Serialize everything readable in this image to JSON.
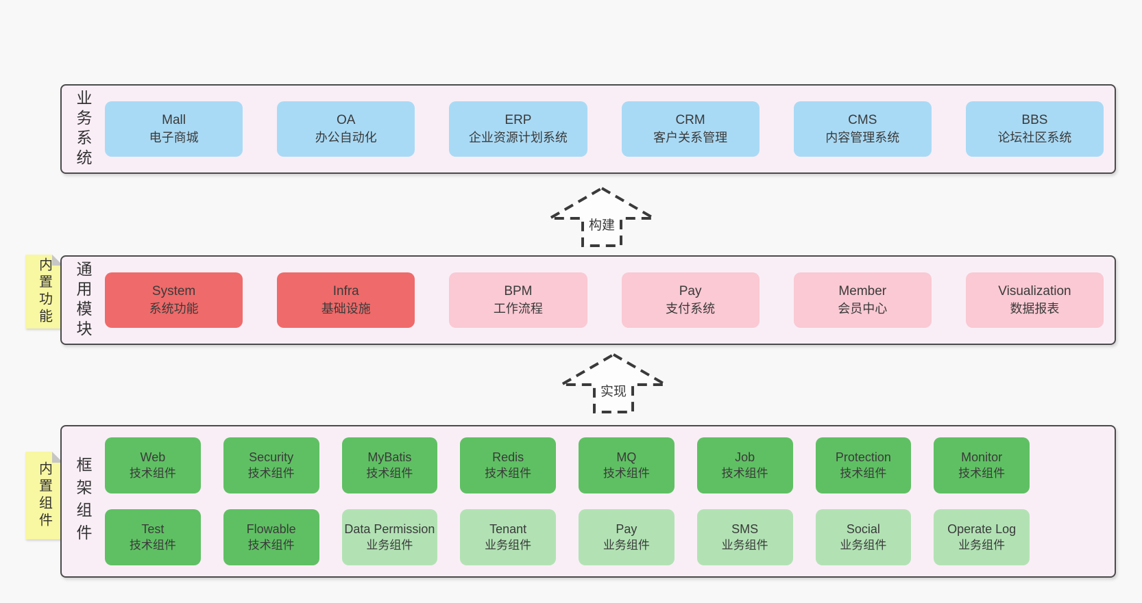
{
  "bands": [
    {
      "label": "业务系统",
      "boxes": [
        {
          "name": "Mall",
          "desc": "电子商城"
        },
        {
          "name": "OA",
          "desc": "办公自动化"
        },
        {
          "name": "ERP",
          "desc": "企业资源计划系统"
        },
        {
          "name": "CRM",
          "desc": "客户关系管理"
        },
        {
          "name": "CMS",
          "desc": "内容管理系统"
        },
        {
          "name": "BBS",
          "desc": "论坛社区系统"
        }
      ]
    },
    {
      "label": "通用模块",
      "note": "内置功能",
      "boxes": [
        {
          "name": "System",
          "desc": "系统功能"
        },
        {
          "name": "Infra",
          "desc": "基础设施"
        },
        {
          "name": "BPM",
          "desc": "工作流程"
        },
        {
          "name": "Pay",
          "desc": "支付系统"
        },
        {
          "name": "Member",
          "desc": "会员中心"
        },
        {
          "name": "Visualization",
          "desc": "数据报表"
        }
      ]
    },
    {
      "label": "框架组件",
      "note": "内置组件",
      "boxes": [
        {
          "name": "Web",
          "desc": "技术组件"
        },
        {
          "name": "Security",
          "desc": "技术组件"
        },
        {
          "name": "MyBatis",
          "desc": "技术组件"
        },
        {
          "name": "Redis",
          "desc": "技术组件"
        },
        {
          "name": "MQ",
          "desc": "技术组件"
        },
        {
          "name": "Job",
          "desc": "技术组件"
        },
        {
          "name": "Protection",
          "desc": "技术组件"
        },
        {
          "name": "Monitor",
          "desc": "技术组件"
        },
        {
          "name": "Test",
          "desc": "技术组件"
        },
        {
          "name": "Flowable",
          "desc": "技术组件"
        },
        {
          "name": "Data Permission",
          "desc": "业务组件"
        },
        {
          "name": "Tenant",
          "desc": "业务组件"
        },
        {
          "name": "Pay",
          "desc": "业务组件"
        },
        {
          "name": "SMS",
          "desc": "业务组件"
        },
        {
          "name": "Social",
          "desc": "业务组件"
        },
        {
          "name": "Operate Log",
          "desc": "业务组件"
        }
      ]
    }
  ],
  "arrows": [
    {
      "label": "构建"
    },
    {
      "label": "实现"
    }
  ],
  "colors": {
    "page_bg": "#f8f8f8",
    "band_bg": "#f9eef6",
    "band_border": "#4a4a4a",
    "blue_box": "#a9daf5",
    "red_box": "#ef6a6a",
    "pink_box": "#fac9d3",
    "green_box": "#5fc063",
    "green_light_box": "#b2e2b4",
    "note_bg": "#f8f7a2",
    "text": "#3a3a3a"
  }
}
